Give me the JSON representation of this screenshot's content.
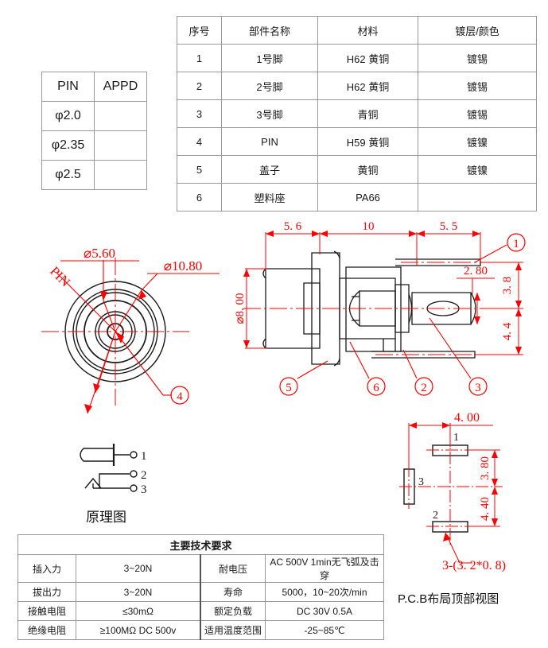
{
  "pin_table": {
    "headers": [
      "PIN",
      "APPD"
    ],
    "rows": [
      {
        "pin": "φ2.0",
        "appd": ""
      },
      {
        "pin": "φ2.35",
        "appd": ""
      },
      {
        "pin": "φ2.5",
        "appd": ""
      }
    ]
  },
  "parts_table": {
    "headers": [
      "序号",
      "部件名称",
      "材料",
      "镀层/颜色"
    ],
    "rows": [
      {
        "no": "1",
        "name": "1号脚",
        "material": "H62 黄铜",
        "plating": "镀锡"
      },
      {
        "no": "2",
        "name": "2号脚",
        "material": "H62 黄铜",
        "plating": "镀锡"
      },
      {
        "no": "3",
        "name": "3号脚",
        "material": "青铜",
        "plating": "镀锡"
      },
      {
        "no": "4",
        "name": "PIN",
        "material": "H59 黄铜",
        "plating": "镀镍"
      },
      {
        "no": "5",
        "name": "盖子",
        "material": "黄铜",
        "plating": "镀镍"
      },
      {
        "no": "6",
        "name": "塑料座",
        "material": "PA66",
        "plating": ""
      }
    ]
  },
  "spec_table": {
    "title": "主要技术要求",
    "rows": [
      {
        "k1": "插入力",
        "v1": "3~20N",
        "k2": "耐电压",
        "v2": "AC 500V 1min无飞弧及击穿"
      },
      {
        "k1": "拔出力",
        "v1": "3~20N",
        "k2": "寿命",
        "v2": "5000，10~20次/min"
      },
      {
        "k1": "接触电阻",
        "v1": "≤30mΩ",
        "k2": "额定负载",
        "v2": "DC 30V 0.5A"
      },
      {
        "k1": "绝缘电阻",
        "v1": "≥100MΩ DC 500v",
        "k2": "适用温度范围",
        "v2": "-25~85℃"
      }
    ]
  },
  "front_view": {
    "dim_outer": "⌀10.80",
    "dim_inner": "⌀5.60",
    "label_pin": "PIN",
    "balloon": "4"
  },
  "side_view": {
    "dim_top_left": "5. 6",
    "dim_top_mid": "10",
    "dim_top_right": "5. 5",
    "dim_left": "⌀8. 00",
    "dim_pin_width": "2. 80",
    "dim_right_upper": "3. 8",
    "dim_right_lower": "4. 4",
    "balloons": [
      "1",
      "2",
      "3",
      "5",
      "6"
    ]
  },
  "schematic": {
    "caption": "原理图",
    "pins": [
      "1",
      "2",
      "3"
    ]
  },
  "pcb_view": {
    "caption": "P.C.B布局顶部视图",
    "dim_x": "4. 00",
    "dim_y_upper": "3. 80",
    "dim_y_lower": "4. 40",
    "note": "3-(3. 2*0. 8)",
    "pad_labels": [
      "1",
      "2",
      "3"
    ]
  },
  "colors": {
    "dimension_red": "#ff0000",
    "outline_black": "#1a1a1a",
    "table_border": "#9a9a9a"
  }
}
